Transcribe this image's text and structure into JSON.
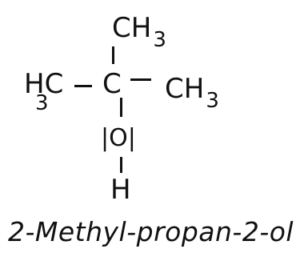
{
  "molecule": {
    "atoms": {
      "top_methyl": {
        "symbol": "CH",
        "sub": "3"
      },
      "left_methyl": {
        "symbol": "HC",
        "sub": "3"
      },
      "center_carbon": {
        "symbol": "C"
      },
      "right_methyl": {
        "symbol": "CH",
        "sub": "3"
      },
      "oxygen": {
        "symbol": "|O|"
      },
      "hydrogen": {
        "symbol": "H"
      }
    },
    "name": "2-Methyl-propan-2-ol"
  },
  "colors": {
    "ink": "#111111",
    "background": "#ffffff"
  }
}
